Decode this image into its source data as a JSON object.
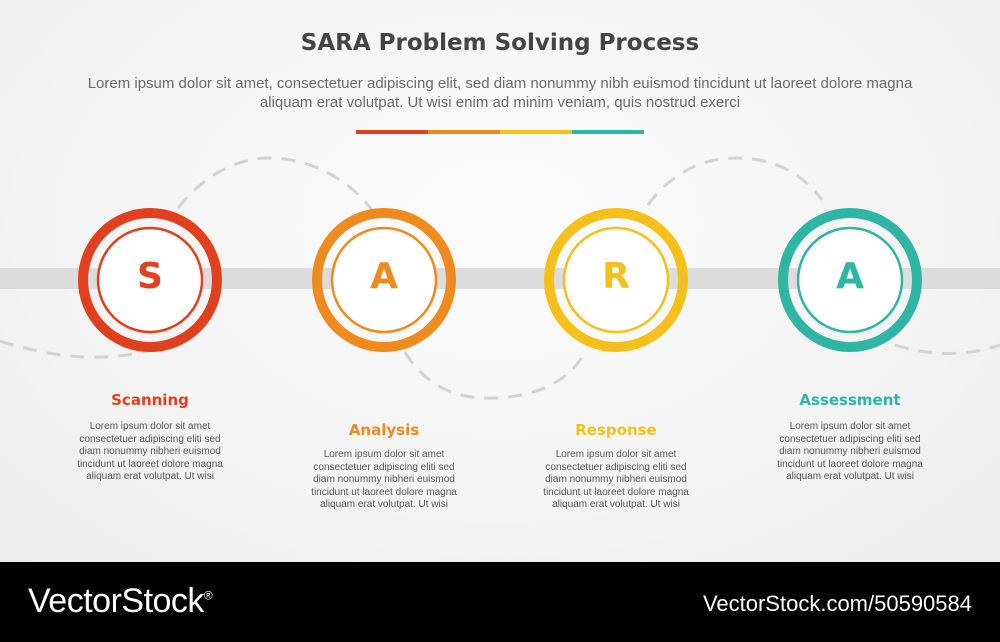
{
  "header": {
    "title": "SARA Problem Solving Process",
    "subtitle": "Lorem ipsum dolor sit amet, consectetuer adipiscing elit, sed diam nonummy nibh euismod tincidunt ut laoreet dolore magna aliquam erat volutpat. Ut wisi enim ad minim veniam, quis nostrud exerci"
  },
  "colors": {
    "scanning": "#e0401d",
    "analysis": "#ef8a1e",
    "response": "#f5c01c",
    "assessment": "#2fb5a4",
    "connector": "#dcdcdc",
    "dashed": "#d3d3d3"
  },
  "steps": [
    {
      "letter": "S",
      "title": "Scanning",
      "body": "Lorem ipsum dolor sit amet consectetuer adipiscing eliti sed diam nonummy nibheri euismod tincidunt ut laoreet dolore magna aliquam erat volutpat. Ut wisi"
    },
    {
      "letter": "A",
      "title": "Analysis",
      "body": "Lorem ipsum dolor sit amet consectetuer adipiscing eliti sed diam nonummy nibheri euismod tincidunt ut laoreet dolore magna aliquam erat volutpat. Ut wisi"
    },
    {
      "letter": "R",
      "title": "Response",
      "body": "Lorem ipsum dolor sit amet consectetuer adipiscing eliti sed diam nonummy nibheri euismod tincidunt ut laoreet dolore magna aliquam erat volutpat. Ut wisi"
    },
    {
      "letter": "A",
      "title": "Assessment",
      "body": "Lorem ipsum dolor sit amet consectetuer adipiscing eliti sed diam nonummy nibheri euismod tincidunt ut laoreet dolore magna aliquam erat volutpat. Ut wisi"
    }
  ],
  "footer": {
    "brand": "VectorStock",
    "brand_mark": "®",
    "image_id": "VectorStock.com/50590584"
  }
}
